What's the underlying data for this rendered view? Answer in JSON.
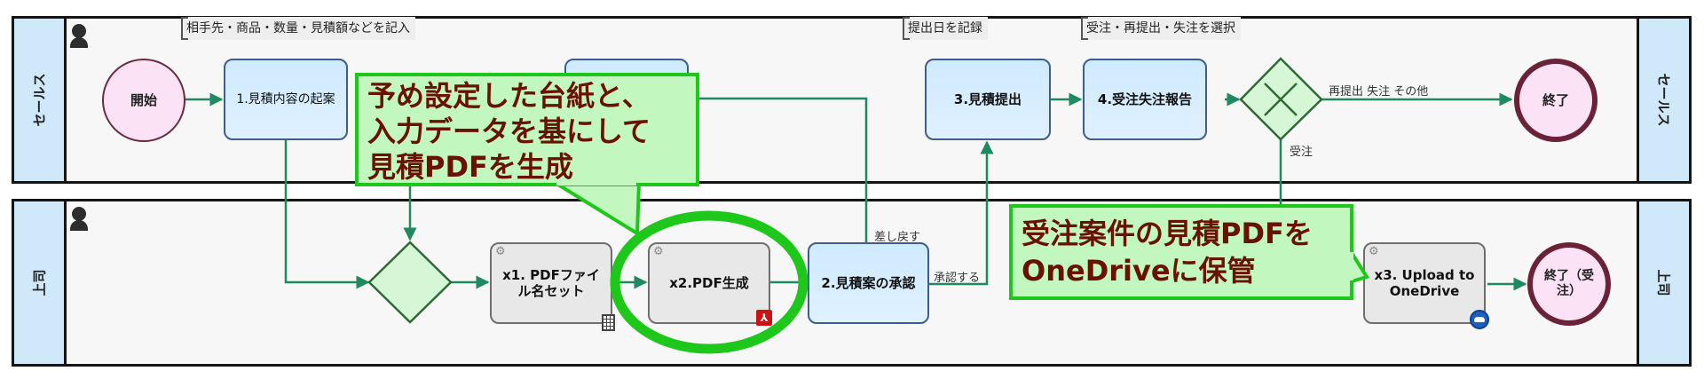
{
  "lanes": [
    {
      "id": "sales",
      "label": "セールス"
    },
    {
      "id": "boss",
      "label": "上司"
    }
  ],
  "annotations": [
    {
      "text": "相手先・商品・数量・見積額などを記入"
    },
    {
      "text": "提出日を記録"
    },
    {
      "text": "受注・再提出・失注を選択"
    }
  ],
  "events": {
    "start": "開始",
    "end": "終了",
    "end_won": "終了（受注）"
  },
  "tasks": {
    "t1": "1.見積内容の起案",
    "t2": "2.見積案の承認",
    "t3": "3.見積提出",
    "t4": "4.受注失注報告",
    "x1": "x1. PDFファイル名セット",
    "x2": "x2.PDF生成",
    "x3": "x3. Upload to OneDrive"
  },
  "flow_labels": {
    "resubmit": "再提出 失注 その他",
    "won": "受注",
    "send_back": "差し戻す",
    "approve": "承認する"
  },
  "callouts": {
    "pdf_gen": [
      "予め設定した台紙と、",
      "入力データを基にして",
      "見積PDFを生成"
    ],
    "onedrive": [
      "受注案件の見積PDFを",
      "OneDriveに保管"
    ]
  },
  "icons": {
    "gear": "⚙",
    "pdf": "⅄"
  },
  "colors": {
    "flow": "#1f8a5f",
    "highlight": "#1ec81a",
    "callout_text": "#6a1200",
    "callout_bg": "#c2f7bf",
    "task_border": "#3e5d8a",
    "event_border": "#6a2238"
  }
}
